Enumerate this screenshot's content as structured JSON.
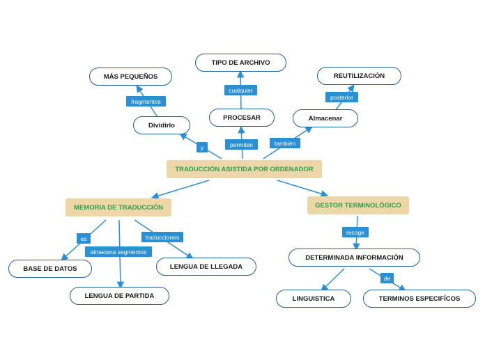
{
  "colors": {
    "connector": "#2b8fd6",
    "node_border": "#1f5c9e",
    "main_fill": "#eed7a6",
    "main_text": "#2e9e52",
    "label_fill": "#2b8fd6"
  },
  "nodes": {
    "central": "TRADUCCIÓN ASISTIDA POR ORDENADOR",
    "memoria": "MEMORIA DE TRADUCCIÓN",
    "gestor": "GESTOR TERMINOLÓGICO",
    "procesar": "PROCESAR",
    "tipo_archivo": "TIPO DE ARCHIVO",
    "dividirlo": "Dividirlo",
    "mas_pequenos": "MÁS PEQUEÑOS",
    "almacenar": "Almacenar",
    "reutilizacion": "REUTILIZACIÓN",
    "base_datos": "BASE DE DATOS",
    "lengua_partida": "LENGUA DE PARTIDA",
    "lengua_llegada": "LENGUA DE LLEGADA",
    "determinada": "DETERMINADA INFORMACIÓN",
    "linguistica": "LINGUISTICA",
    "terminos": "TERMINOS ESPECIFÍCOS"
  },
  "labels": {
    "permiten": "permiten",
    "y": "y",
    "tambien": "también",
    "cualquier": "cualquier",
    "fragmentos": "fragmentos",
    "posterior": "posterior",
    "es": "es",
    "almacena": "almacena segmentos",
    "traducciones": "traducciones",
    "recoge": "recoge",
    "de": "de"
  }
}
